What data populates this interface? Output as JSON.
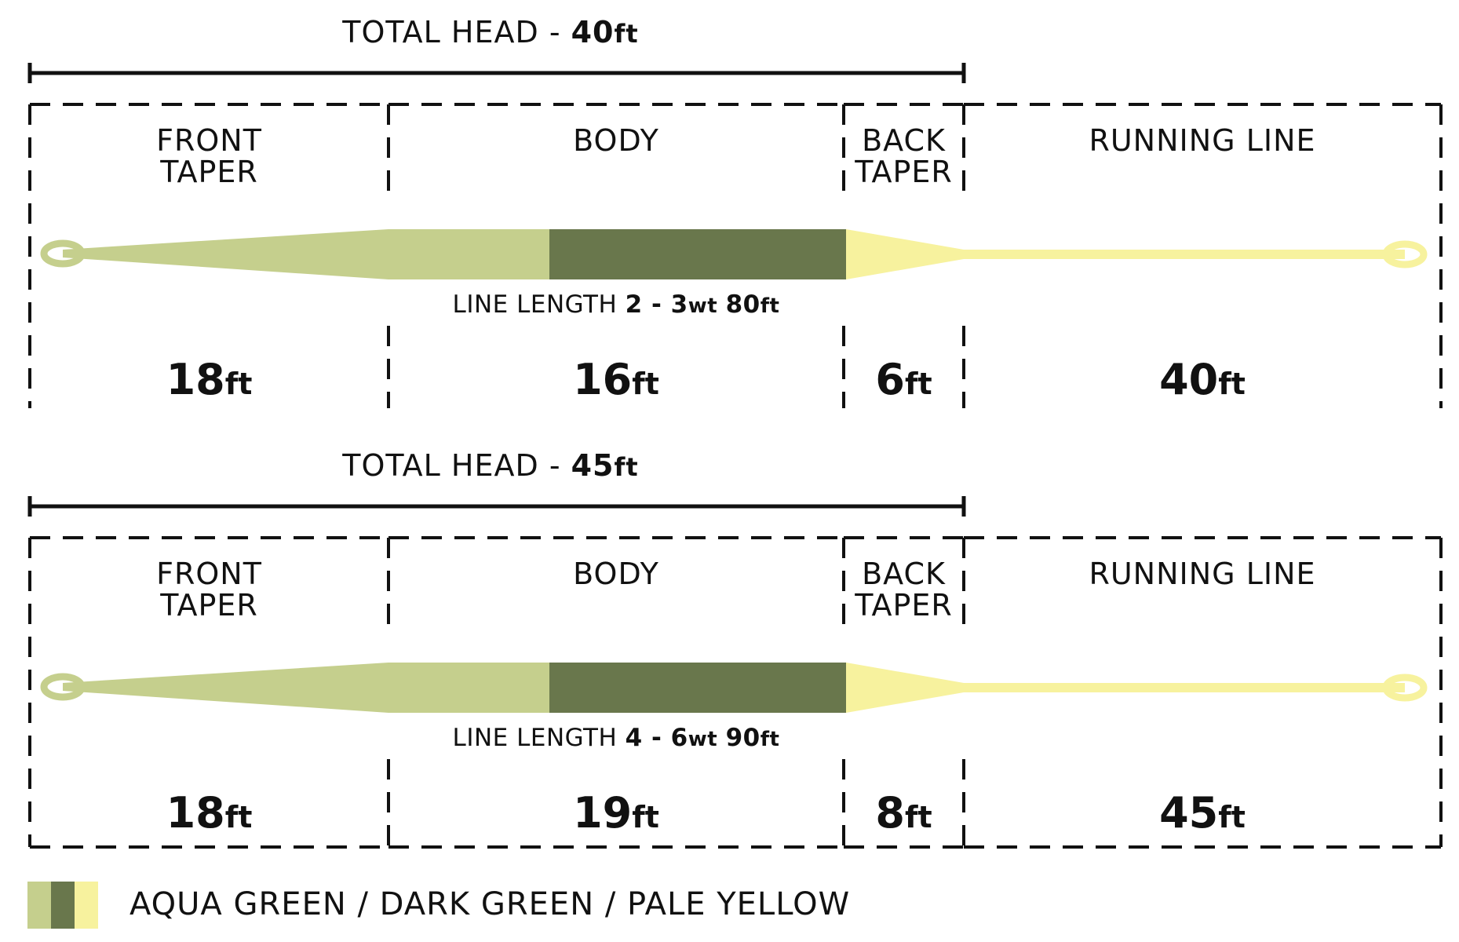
{
  "colors": {
    "aqua_green": "#c5cf8d",
    "dark_green": "#69774c",
    "pale_yellow": "#f7f29e",
    "line": "#111111"
  },
  "diagrams": [
    {
      "total_head_label": "TOTAL HEAD - ",
      "total_head_value": "40",
      "total_head_unit": "ft",
      "segments": [
        {
          "title_1": "FRONT",
          "title_2": "TAPER",
          "value": "18",
          "unit": "ft"
        },
        {
          "title_1": "BODY",
          "title_2": "",
          "value": "16",
          "unit": "ft"
        },
        {
          "title_1": "BACK",
          "title_2": "TAPER",
          "value": "6",
          "unit": "ft"
        },
        {
          "title_1": "RUNNING LINE",
          "title_2": "",
          "value": "40",
          "unit": "ft"
        }
      ],
      "line_length_label": "LINE LENGTH ",
      "line_length_weight": "2 - 3",
      "line_length_wt": "wt",
      "line_length_value": "80",
      "line_length_unit": "ft"
    },
    {
      "total_head_label": "TOTAL HEAD - ",
      "total_head_value": "45",
      "total_head_unit": "ft",
      "segments": [
        {
          "title_1": "FRONT",
          "title_2": "TAPER",
          "value": "18",
          "unit": "ft"
        },
        {
          "title_1": "BODY",
          "title_2": "",
          "value": "19",
          "unit": "ft"
        },
        {
          "title_1": "BACK",
          "title_2": "TAPER",
          "value": "8",
          "unit": "ft"
        },
        {
          "title_1": "RUNNING LINE",
          "title_2": "",
          "value": "45",
          "unit": "ft"
        }
      ],
      "line_length_label": "LINE LENGTH ",
      "line_length_weight": "4 - 6",
      "line_length_wt": "wt",
      "line_length_value": "90",
      "line_length_unit": "ft"
    }
  ],
  "legend": {
    "text": "AQUA GREEN / DARK GREEN / PALE YELLOW"
  }
}
